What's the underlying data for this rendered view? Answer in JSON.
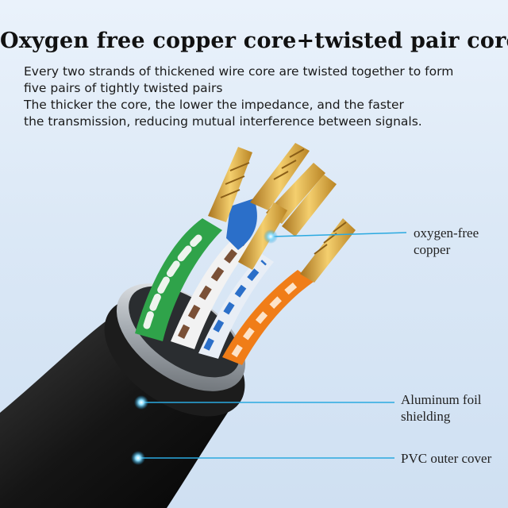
{
  "heading": "Oxygen free copper core+twisted pair core",
  "description": {
    "line1": "Every two strands of thickened wire core are twisted together to form",
    "line2": "five pairs of tightly twisted pairs",
    "line3": "The thicker the core, the lower the impedance, and the faster",
    "line4": "the transmission, reducing mutual interference between signals."
  },
  "labels": {
    "copper_line1": "oxygen-free",
    "copper_line2": "copper",
    "foil_line1": "Aluminum foil",
    "foil_line2": "shielding",
    "pvc": "PVC outer cover"
  },
  "colors": {
    "background": "#dbe8f6",
    "callout_line": "#2aa9e0",
    "copper": "#d9a441",
    "jacket": "#1d1d1d",
    "shield": "#b9bec3",
    "wire_green": "#2fa34a",
    "wire_blue": "#2b6fc9",
    "wire_orange": "#f07d18",
    "wire_brown": "#7a5036",
    "wire_white": "#f2f2f2"
  }
}
